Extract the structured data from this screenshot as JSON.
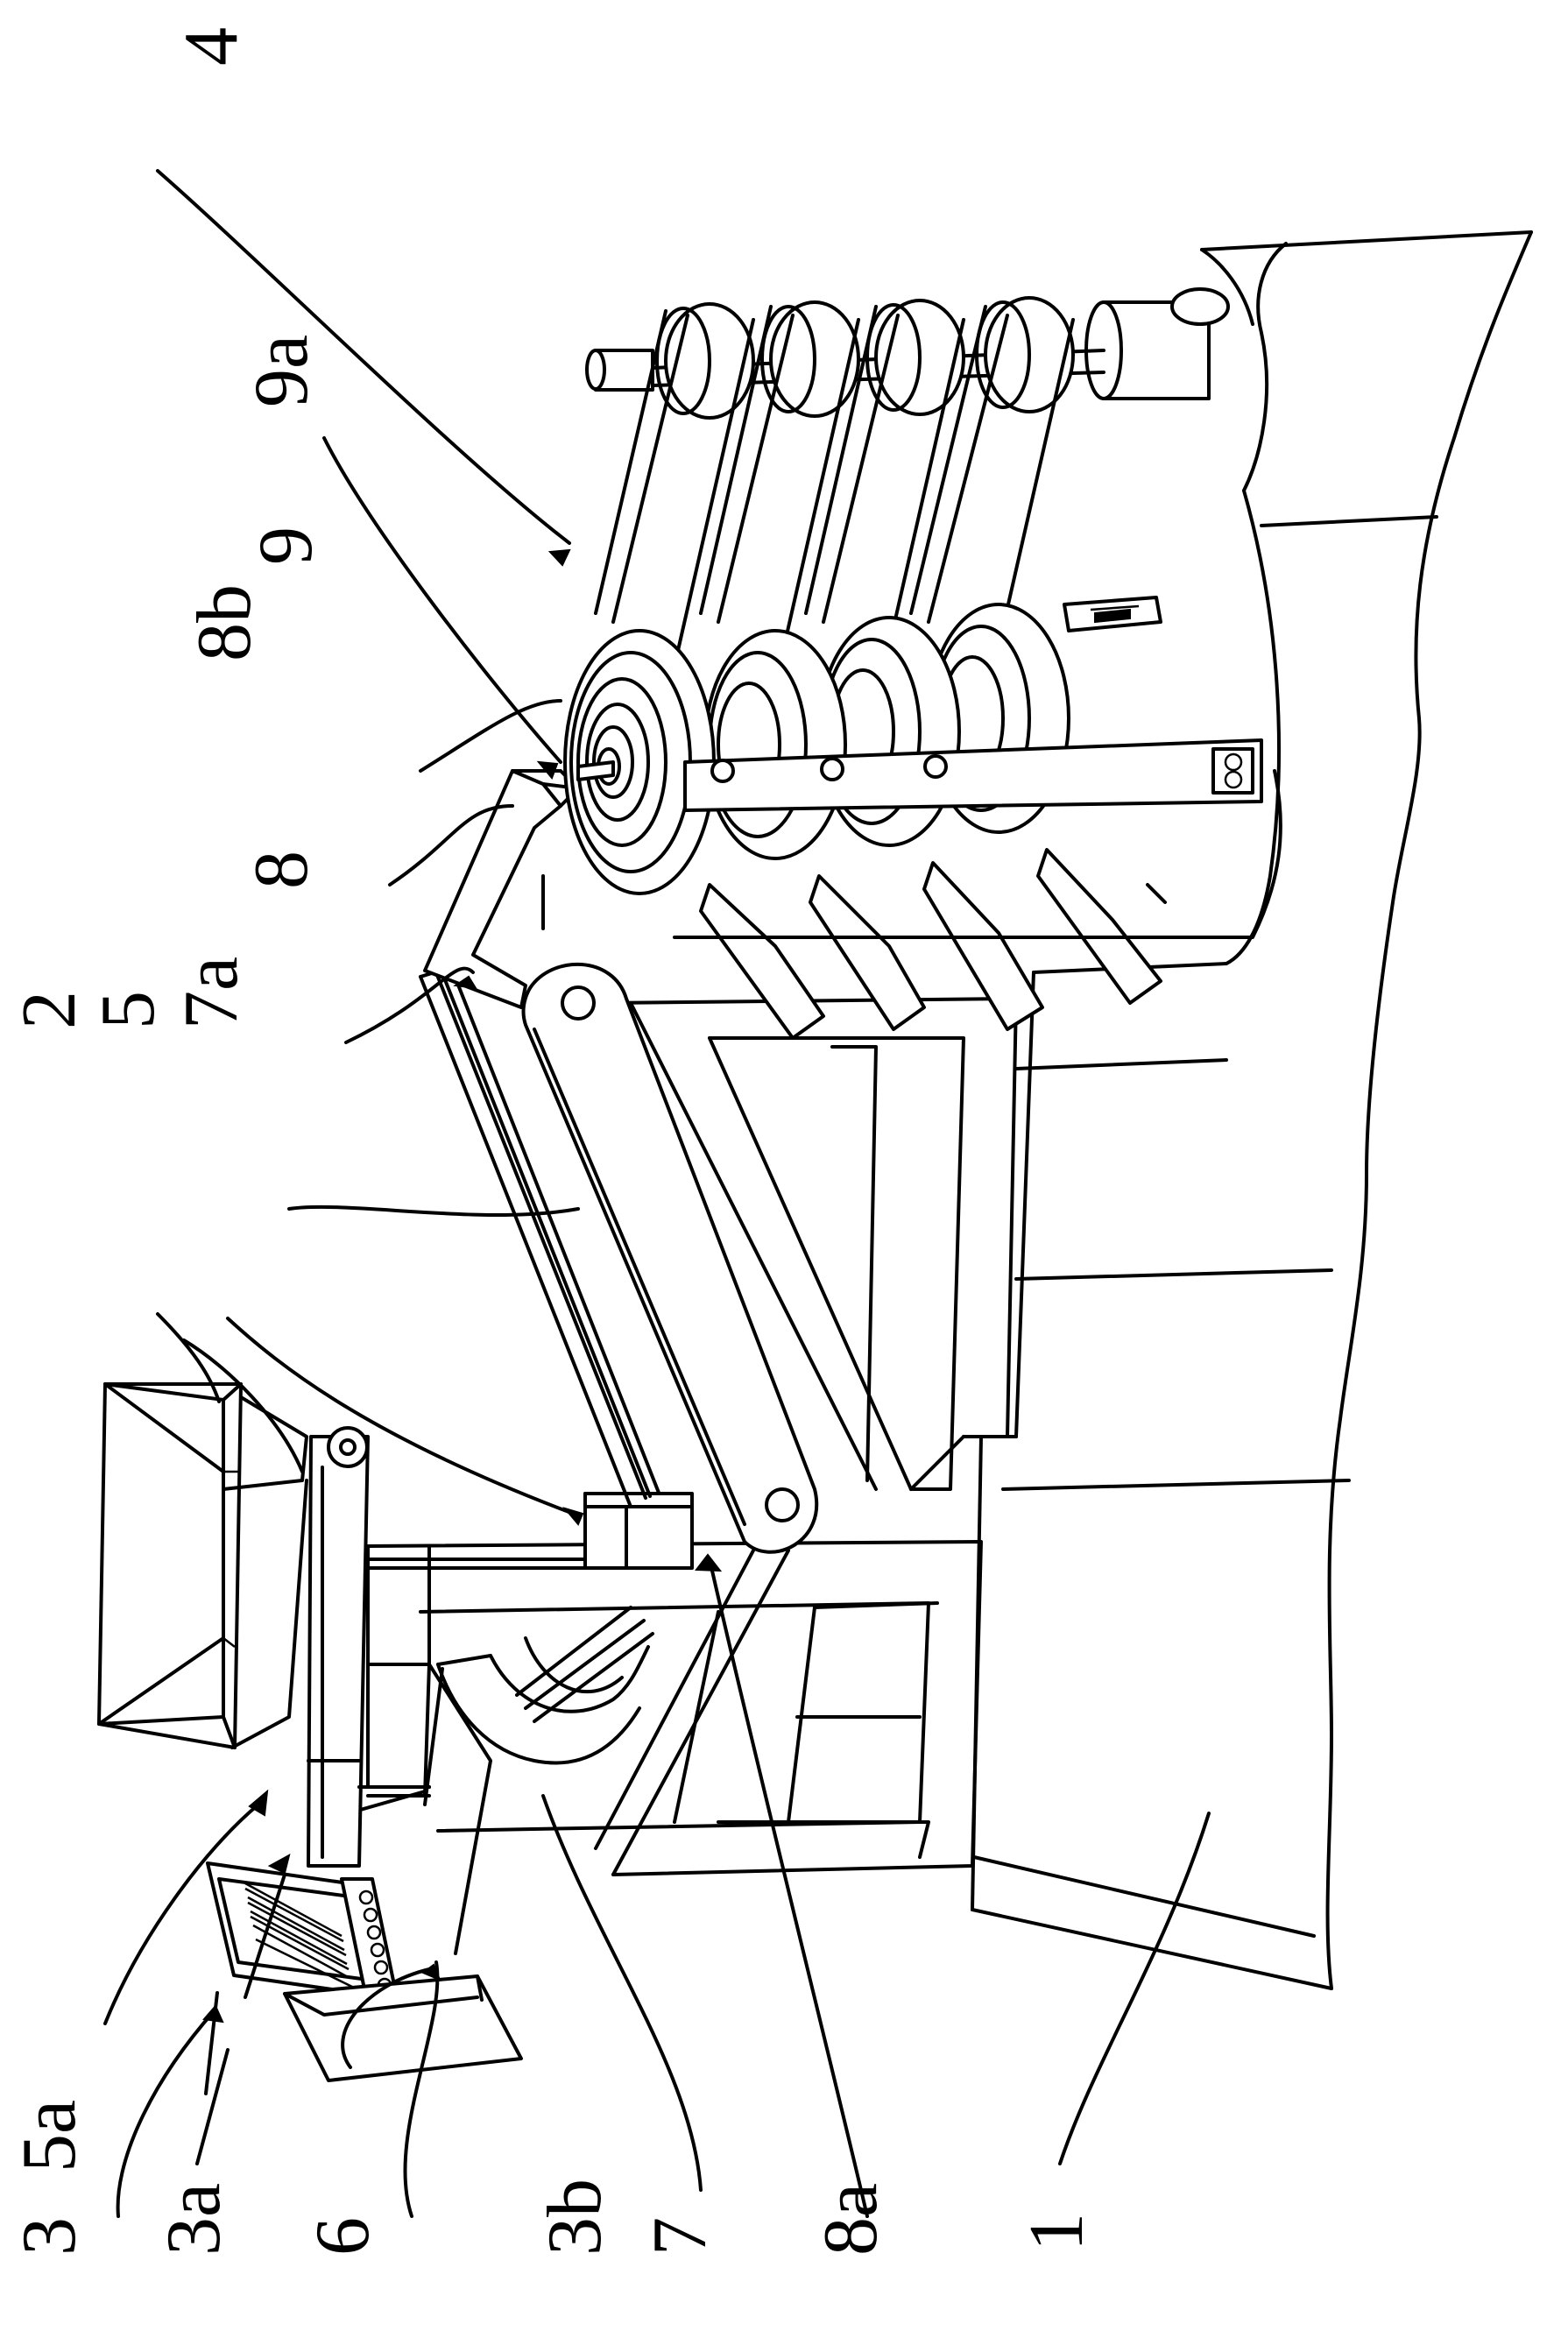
{
  "figure": {
    "labels": {
      "l1": "1",
      "l2": "2",
      "l3": "3",
      "l3a": "3a",
      "l3b": "3b",
      "l4": "4",
      "l5": "5",
      "l5a": "5a",
      "l6": "6",
      "l7": "7",
      "l7a": "7a",
      "l8": "8",
      "l8a": "8a",
      "l8b": "8b",
      "l9": "9",
      "l9a": "9a"
    }
  }
}
